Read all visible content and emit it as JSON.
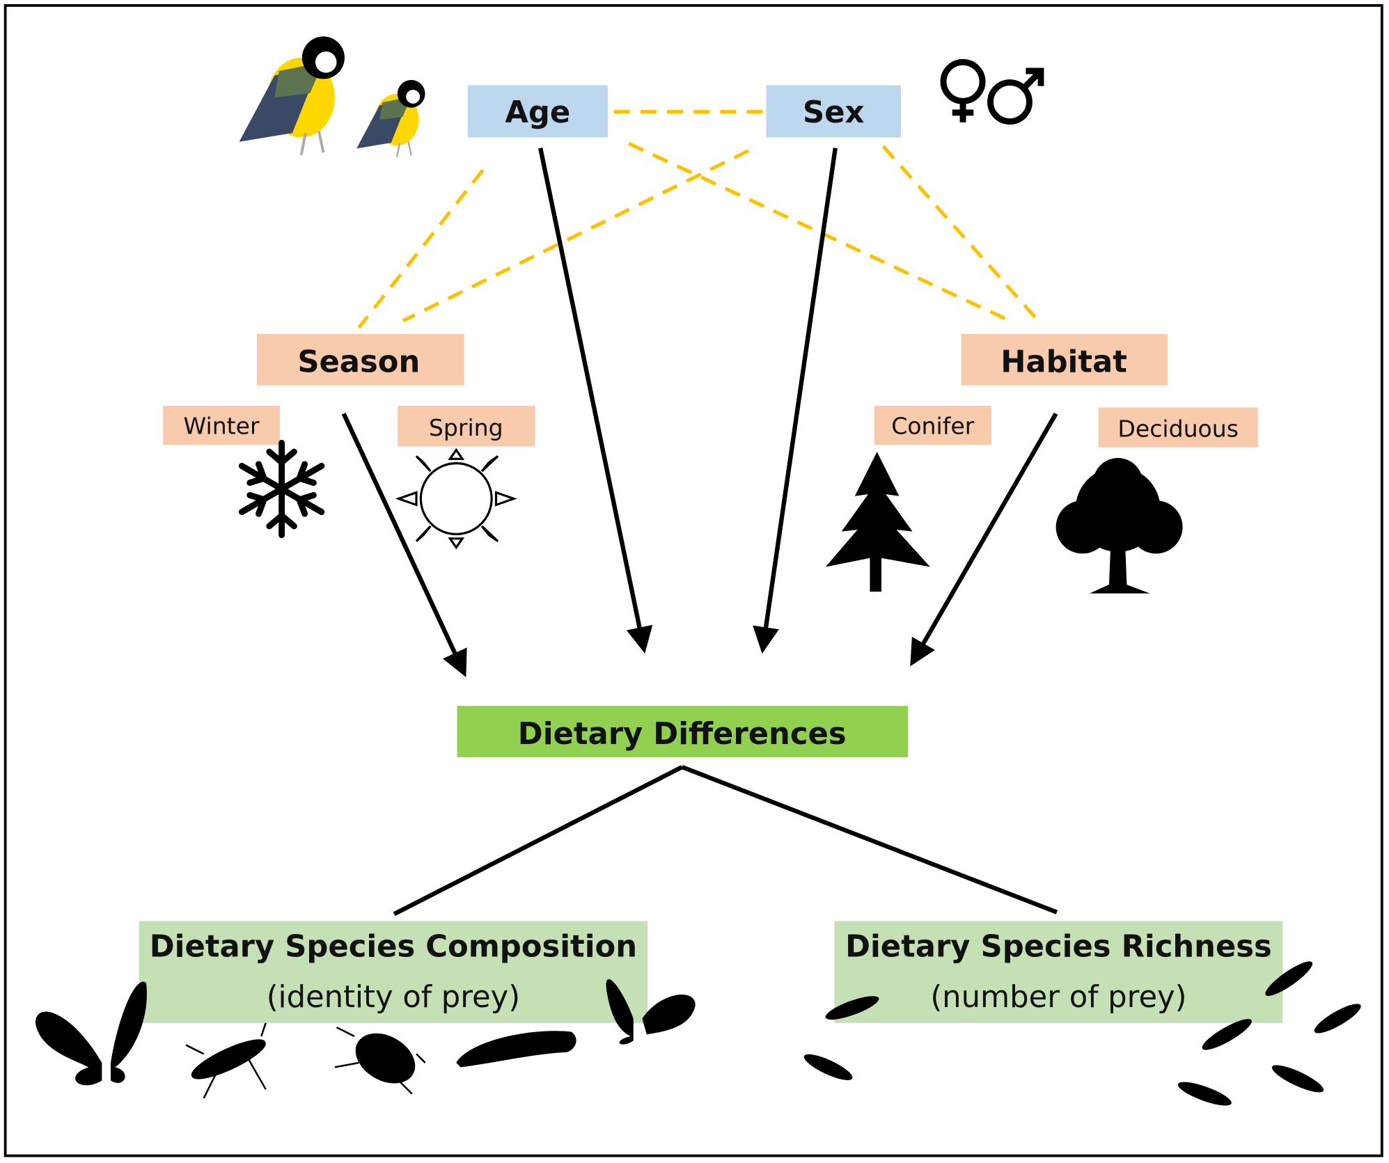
{
  "factors": {
    "age": "Age",
    "sex": "Sex",
    "season": "Season",
    "habitat": "Habitat"
  },
  "levels": {
    "winter": "Winter",
    "spring": "Spring",
    "conifer": "Conifer",
    "deciduous": "Deciduous"
  },
  "outcome": "Dietary Differences",
  "composition": {
    "title": "Dietary Species Composition",
    "subtitle": "(identity of prey)"
  },
  "richness": {
    "title": "Dietary Species Richness",
    "subtitle": "(number of prey)"
  },
  "colors": {
    "demographic_box": "#bdd7ee",
    "environment_box": "#f8cbad",
    "outcome_box": "#92d050",
    "metric_box": "#c5e0b4",
    "interaction_line": "#ffc000"
  }
}
